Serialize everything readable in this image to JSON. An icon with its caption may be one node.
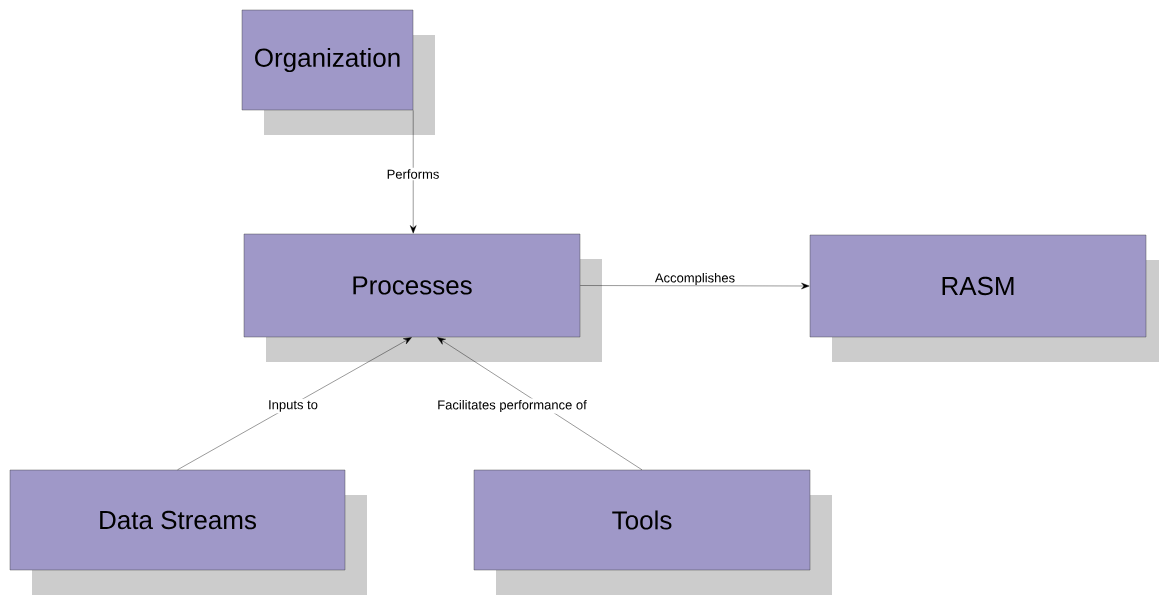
{
  "diagram": {
    "nodes": [
      {
        "text": [
          "Organization"
        ]
      },
      {
        "text": [
          "Processes"
        ]
      },
      {
        "text": [
          "RASM"
        ]
      },
      {
        "text": [
          "Data Streams"
        ]
      },
      {
        "text": [
          "Tools"
        ]
      }
    ],
    "edges": [
      {
        "from": 0,
        "to": 1,
        "arrow": "to",
        "label": "Performs"
      },
      {
        "from": 1,
        "to": 2,
        "arrow": "to",
        "label": "Accomplishes"
      },
      {
        "from": 3,
        "to": 1,
        "arrow": "to",
        "label": "Inputs to"
      },
      {
        "from": 4,
        "to": 1,
        "arrow": "to",
        "label": "Facilitates performance of"
      }
    ]
  }
}
